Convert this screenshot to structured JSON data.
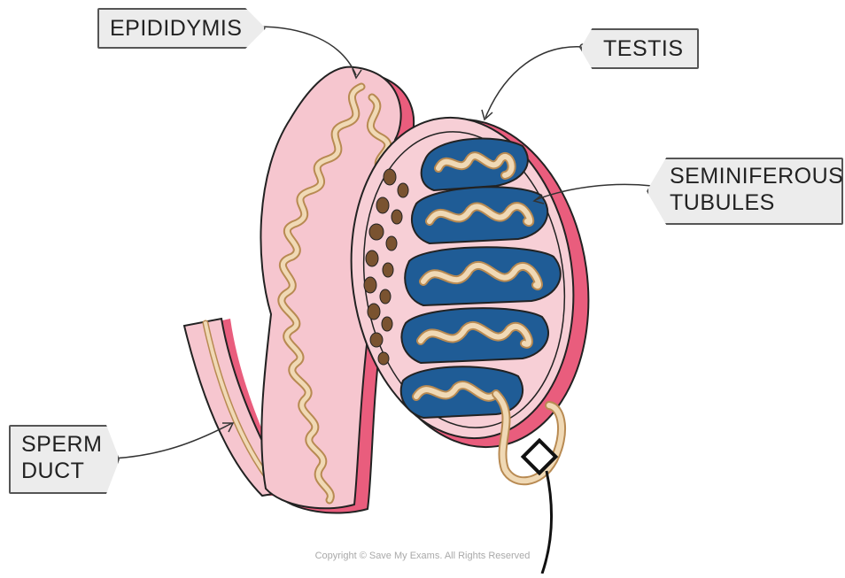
{
  "labels": {
    "epididymis": "EPIDIDYMIS",
    "testis": "TESTIS",
    "seminiferous_line1": "SEMINIFEROUS",
    "seminiferous_line2": "TUBULES",
    "sperm_line1": "SPERM",
    "sperm_line2": "DUCT"
  },
  "copyright": "Copyright © Save My Exams. All Rights Reserved",
  "colors": {
    "epididymis_fill": "#f6c6cf",
    "shadow_pink": "#e95d7d",
    "testis_fill": "#f7cfd6",
    "tubule_chamber": "#1f5c96",
    "tubule_fill": "#f0d9b5",
    "tubule_stroke": "#b88a52",
    "interstitial_cells": "#7a5330",
    "outline": "#222222"
  }
}
